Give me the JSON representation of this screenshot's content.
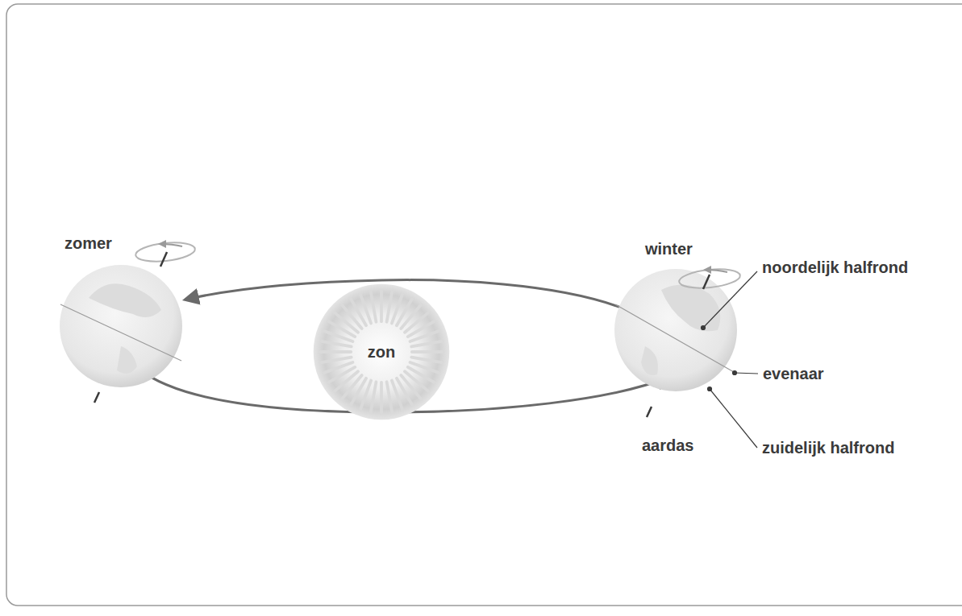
{
  "diagram": {
    "nodes": [
      {
        "text": [
          "zon"
        ]
      }
    ],
    "labels": [
      "zomer",
      "winter",
      "noordelijk halfrond",
      "evenaar",
      "aardas",
      "zuidelijk halfrond"
    ]
  }
}
